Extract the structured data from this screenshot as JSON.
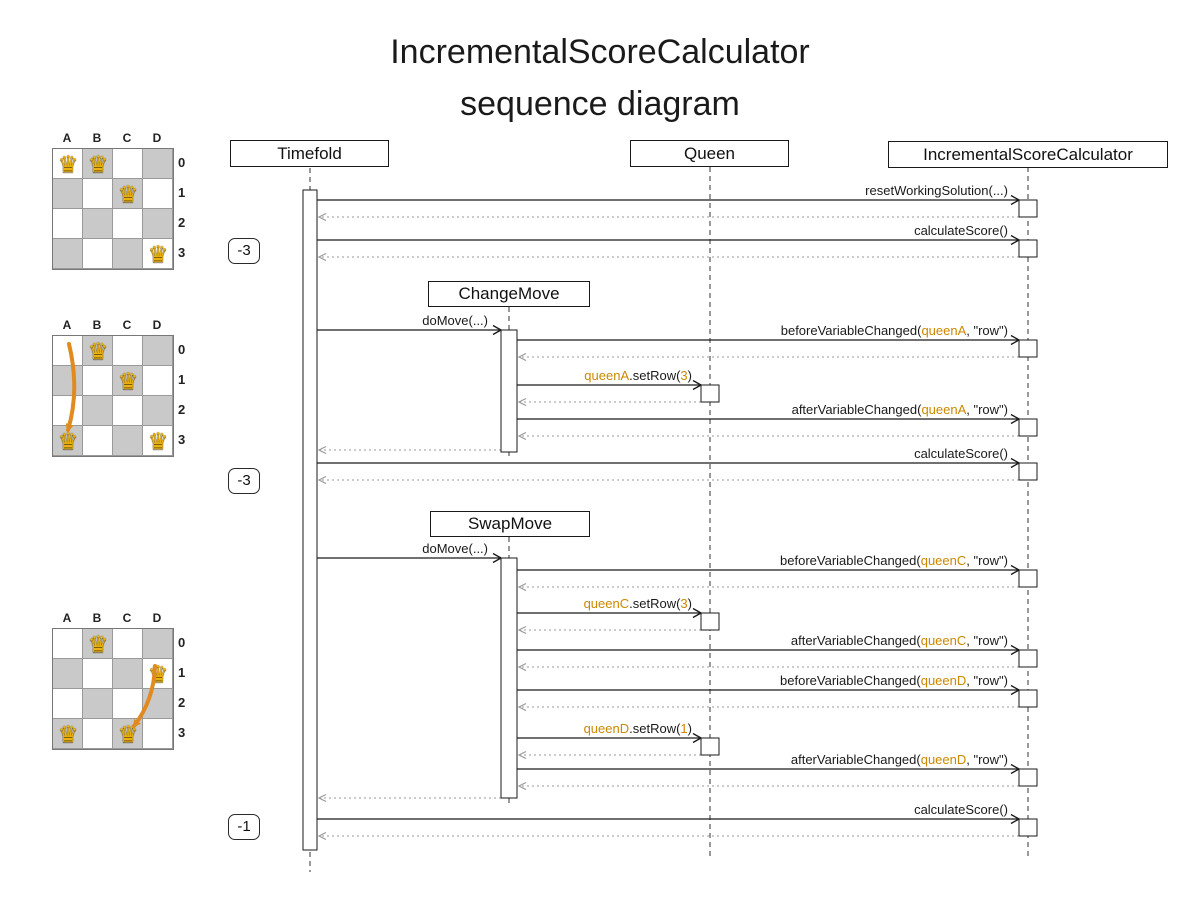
{
  "title": {
    "line1": "IncrementalScoreCalculator",
    "line2": "sequence diagram"
  },
  "participants": [
    {
      "id": "timefold",
      "label": "Timefold"
    },
    {
      "id": "queen",
      "label": "Queen"
    },
    {
      "id": "isc",
      "label": "IncrementalScoreCalculator"
    }
  ],
  "fragments": [
    {
      "id": "changemove",
      "label": "ChangeMove"
    },
    {
      "id": "swapmove",
      "label": "SwapMove"
    }
  ],
  "scores": [
    "-3",
    "-3",
    "-1"
  ],
  "messages": [
    {
      "id": "resetWorkingSolution",
      "segments": [
        [
          "resetWorkingSolution(...)",
          0
        ]
      ]
    },
    {
      "id": "calculateScore-1",
      "segments": [
        [
          "calculateScore()",
          0
        ]
      ]
    },
    {
      "id": "doMove-1",
      "segments": [
        [
          "doMove(...)",
          0
        ]
      ]
    },
    {
      "id": "beforeVariableChanged-queenA",
      "segments": [
        [
          "beforeVariableChanged(",
          0
        ],
        [
          "queenA",
          1
        ],
        [
          ", \"row\")",
          0
        ]
      ]
    },
    {
      "id": "queenA-setRow",
      "segments": [
        [
          "queenA",
          1
        ],
        [
          ".setRow(",
          0
        ],
        [
          "3",
          1
        ],
        [
          ")",
          0
        ]
      ]
    },
    {
      "id": "afterVariableChanged-queenA",
      "segments": [
        [
          "afterVariableChanged(",
          0
        ],
        [
          "queenA",
          1
        ],
        [
          ", \"row\")",
          0
        ]
      ]
    },
    {
      "id": "calculateScore-2",
      "segments": [
        [
          "calculateScore()",
          0
        ]
      ]
    },
    {
      "id": "doMove-2",
      "segments": [
        [
          "doMove(...)",
          0
        ]
      ]
    },
    {
      "id": "beforeVariableChanged-queenC",
      "segments": [
        [
          "beforeVariableChanged(",
          0
        ],
        [
          "queenC",
          1
        ],
        [
          ", \"row\")",
          0
        ]
      ]
    },
    {
      "id": "queenC-setRow",
      "segments": [
        [
          "queenC",
          1
        ],
        [
          ".setRow(",
          0
        ],
        [
          "3",
          1
        ],
        [
          ")",
          0
        ]
      ]
    },
    {
      "id": "afterVariableChanged-queenC",
      "segments": [
        [
          "afterVariableChanged(",
          0
        ],
        [
          "queenC",
          1
        ],
        [
          ", \"row\")",
          0
        ]
      ]
    },
    {
      "id": "beforeVariableChanged-queenD",
      "segments": [
        [
          "beforeVariableChanged(",
          0
        ],
        [
          "queenD",
          1
        ],
        [
          ", \"row\")",
          0
        ]
      ]
    },
    {
      "id": "queenD-setRow",
      "segments": [
        [
          "queenD",
          1
        ],
        [
          ".setRow(",
          0
        ],
        [
          "1",
          1
        ],
        [
          ")",
          0
        ]
      ]
    },
    {
      "id": "afterVariableChanged-queenD",
      "segments": [
        [
          "afterVariableChanged(",
          0
        ],
        [
          "queenD",
          1
        ],
        [
          ", \"row\")",
          0
        ]
      ]
    },
    {
      "id": "calculateScore-3",
      "segments": [
        [
          "calculateScore()",
          0
        ]
      ]
    }
  ],
  "queen_glyph": "♛",
  "boards": [
    {
      "col_labels": [
        "A",
        "B",
        "C",
        "D"
      ],
      "row_labels": [
        "0",
        "1",
        "2",
        "3"
      ],
      "queens": [
        {
          "col": 0,
          "row": 0
        },
        {
          "col": 1,
          "row": 0
        },
        {
          "col": 2,
          "row": 1
        },
        {
          "col": 3,
          "row": 3
        }
      ],
      "move_arrow": null
    },
    {
      "col_labels": [
        "A",
        "B",
        "C",
        "D"
      ],
      "row_labels": [
        "0",
        "1",
        "2",
        "3"
      ],
      "queens": [
        {
          "col": 1,
          "row": 0
        },
        {
          "col": 2,
          "row": 1
        },
        {
          "col": 0,
          "row": 3
        },
        {
          "col": 3,
          "row": 3
        }
      ],
      "move_arrow": {
        "from": {
          "col": 0,
          "row": 0
        },
        "to": {
          "col": 0,
          "row": 3
        }
      }
    },
    {
      "col_labels": [
        "A",
        "B",
        "C",
        "D"
      ],
      "row_labels": [
        "0",
        "1",
        "2",
        "3"
      ],
      "queens": [
        {
          "col": 1,
          "row": 0
        },
        {
          "col": 3,
          "row": 1
        },
        {
          "col": 0,
          "row": 3
        },
        {
          "col": 2,
          "row": 3
        }
      ],
      "move_arrow": {
        "from": {
          "col": 3,
          "row": 1
        },
        "to": {
          "col": 2,
          "row": 3
        }
      }
    }
  ],
  "colors": {
    "highlight": "#cc8800",
    "board_gray": "#c9c9c9",
    "queen_gold": "#eab111",
    "move_arrow": "#e18a1f"
  }
}
